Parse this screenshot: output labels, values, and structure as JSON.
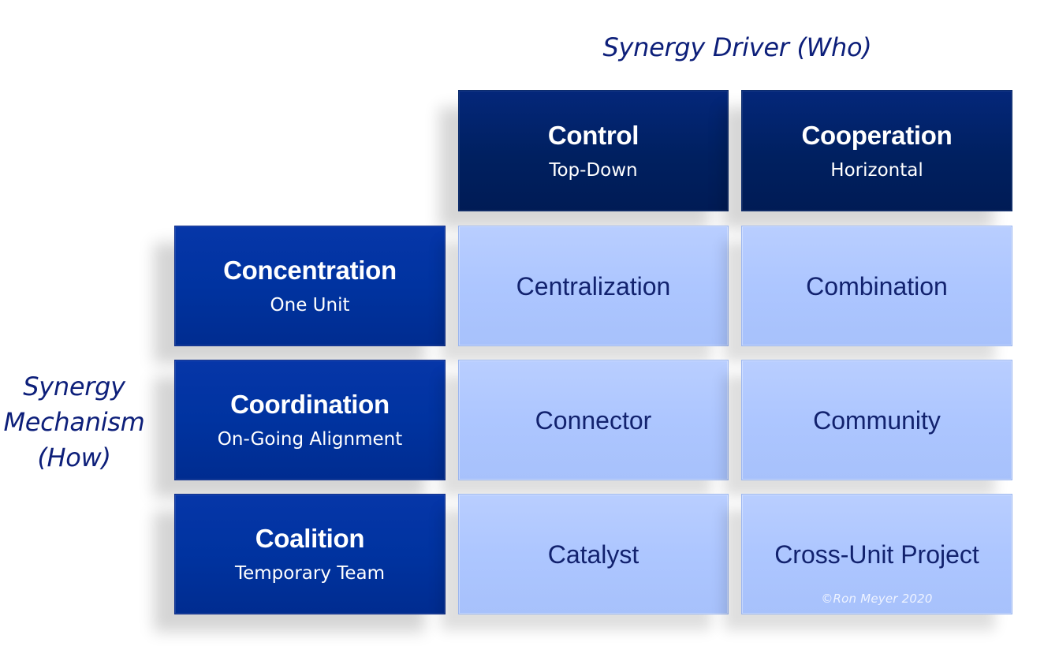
{
  "axis": {
    "x_title": "Synergy Driver (Who)",
    "y_title_lines": [
      "Synergy",
      "Mechanism",
      "(How)"
    ]
  },
  "columns": [
    {
      "title": "Control",
      "subtitle": "Top-Down"
    },
    {
      "title": "Cooperation",
      "subtitle": "Horizontal"
    }
  ],
  "rows": [
    {
      "title": "Concentration",
      "subtitle": "One Unit",
      "cells": [
        "Centralization",
        "Combination"
      ]
    },
    {
      "title": "Coordination",
      "subtitle": "On-Going Alignment",
      "cells": [
        "Connector",
        "Community"
      ]
    },
    {
      "title": "Coalition",
      "subtitle": "Temporary Team",
      "cells": [
        "Catalyst",
        "Cross-Unit Project"
      ]
    }
  ],
  "copyright": "©Ron Meyer 2020",
  "colors": {
    "column_header": "#002060",
    "row_header": "#0033a0",
    "cell": "#adc6ff",
    "text_dark": "#12226e"
  }
}
